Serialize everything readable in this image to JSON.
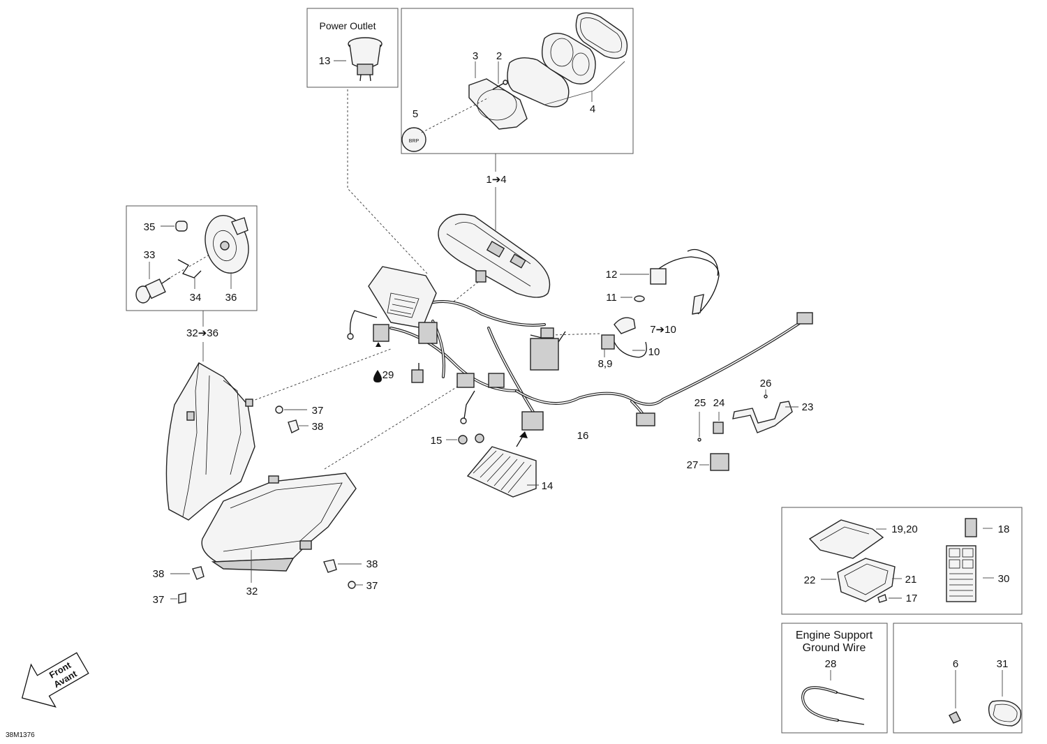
{
  "diagram_code": "38M1376",
  "front_arrow": {
    "line1": "Front",
    "line2": "Avant"
  },
  "insets": {
    "power_outlet": {
      "title": "Power Outlet"
    },
    "engine_support": {
      "title_line1": "Engine Support",
      "title_line2": "Ground Wire"
    }
  },
  "callouts": {
    "c1_4": "1➔4",
    "c2": "2",
    "c3": "3",
    "c4": "4",
    "c5": "5",
    "c6": "6",
    "c7_10": "7➔10",
    "c8_9": "8,9",
    "c10": "10",
    "c11": "11",
    "c12": "12",
    "c13": "13",
    "c14": "14",
    "c15": "15",
    "c16": "16",
    "c17": "17",
    "c18": "18",
    "c19_20": "19,20",
    "c21": "21",
    "c22": "22",
    "c23": "23",
    "c24": "24",
    "c25": "25",
    "c26": "26",
    "c27": "27",
    "c28": "28",
    "c29": "29",
    "c30": "30",
    "c31": "31",
    "c32": "32",
    "c32_36": "32➔36",
    "c33": "33",
    "c34": "34",
    "c35": "35",
    "c36": "36",
    "c37a": "37",
    "c37b": "37",
    "c37c": "37",
    "c38a": "38",
    "c38b": "38",
    "c38c": "38"
  },
  "colors": {
    "line": "#111111",
    "background": "#ffffff",
    "frame": "#555555"
  }
}
